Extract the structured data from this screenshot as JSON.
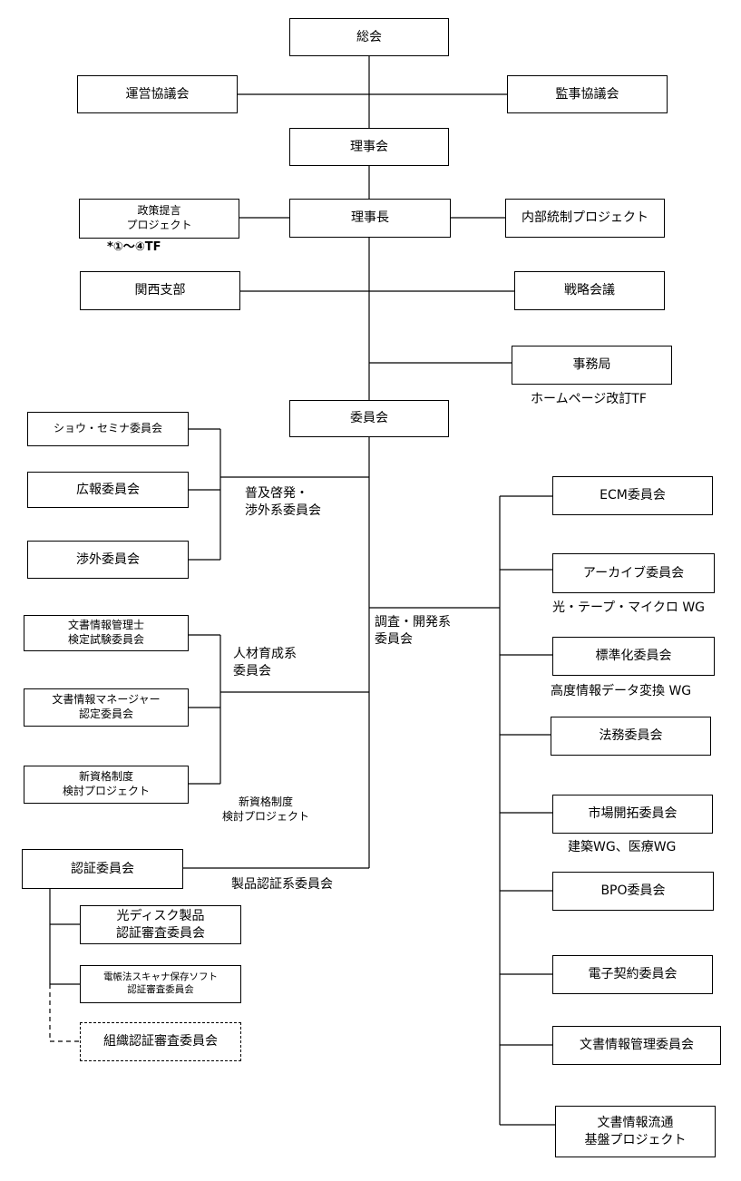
{
  "nodes": {
    "soukai": "総会",
    "unei": "運営協議会",
    "kansa": "監事協議会",
    "rijikai": "理事会",
    "seisaku": "政策提言\nプロジェクト",
    "rijicho": "理事長",
    "naibu": "内部統制プロジェクト",
    "kansai": "関西支部",
    "senryaku": "戦略会議",
    "jimukyoku": "事務局",
    "iinkai": "委員会",
    "show": "ショウ・セミナ委員会",
    "koho": "広報委員会",
    "shogai": "渉外委員会",
    "kentei": "文書情報管理士\n検定試験委員会",
    "manager": "文書情報マネージャー\n認定委員会",
    "shinshikaku": "新資格制度\n検討プロジェクト",
    "ninsho": "認証委員会",
    "hikari_disk": "光ディスク製品\n認証審査委員会",
    "denchou": "電帳法スキャナ保存ソフト\n認証審査委員会",
    "soshiki": "組織認証審査委員会",
    "ecm": "ECM委員会",
    "archive": "アーカイブ委員会",
    "hyojunka": "標準化委員会",
    "homu": "法務委員会",
    "shijo": "市場開拓委員会",
    "bpo": "BPO委員会",
    "denshi": "電子契約委員会",
    "kanri": "文書情報管理委員会",
    "ryutsu": "文書情報流通\n基盤プロジェクト"
  },
  "labels": {
    "tf": "*①〜④TF",
    "homepage_tf": "ホームページ改訂TF",
    "fukyu": "普及啓発・\n渉外系委員会",
    "jinzai": "人材育成系\n委員会",
    "shinshikaku2": "新資格制度\n検討プロジェクト",
    "seihin": "製品認証系委員会",
    "chousa": "調査・開発系\n委員会",
    "hikari_wg": "光・テープ・マイクロ WG",
    "kodo_wg": "高度情報データ変換 WG",
    "kenchiku_wg": "建築WG、医療WG"
  }
}
